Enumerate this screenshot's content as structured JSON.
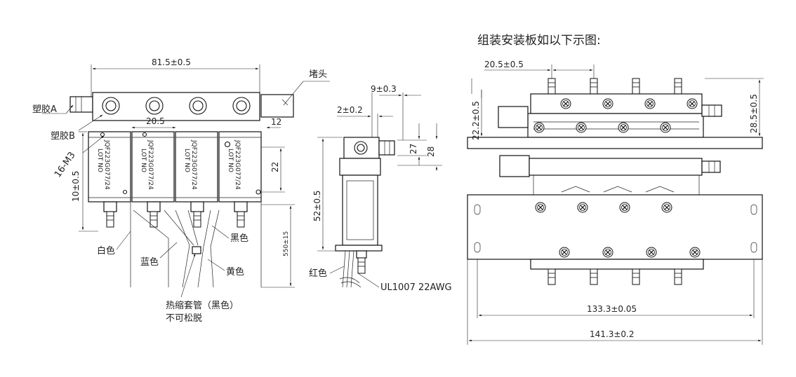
{
  "title": "组装安装板如以下示图:",
  "left_view": {
    "dim_overall_width": "81.5±0.5",
    "dim_pitch": "20.5",
    "dim_plug_len": "12",
    "dim_height": "10±0.5",
    "dim_port_drop": "22",
    "dim_wire_len": "550±15",
    "plug_label": "堵头",
    "plastic_a": "塑胶A",
    "plastic_b": "塑胶B",
    "screw": "16-M3",
    "model_text": "JQF223G077/24",
    "lot_text": "LOT NO",
    "wire_white": "白色",
    "wire_blue": "蓝色",
    "wire_black": "黑色",
    "wire_yellow": "黄色",
    "sleeve_note_1": "热缩套管（黑色）",
    "sleeve_note_2": "不可松脱"
  },
  "side_view": {
    "dim_9": "9±0.3",
    "dim_2": "2±0.2",
    "dim_27": "27",
    "dim_28": "28",
    "dim_52": "52±0.5",
    "wire_red": "红色",
    "wire_spec": "UL1007 22AWG"
  },
  "right_view": {
    "dim_pitch": "20.5±0.5",
    "dim_22": "22.2±0.5",
    "dim_28": "28.5±0.5",
    "dim_133": "133.3±0.05",
    "dim_141": "141.3±0.2"
  }
}
